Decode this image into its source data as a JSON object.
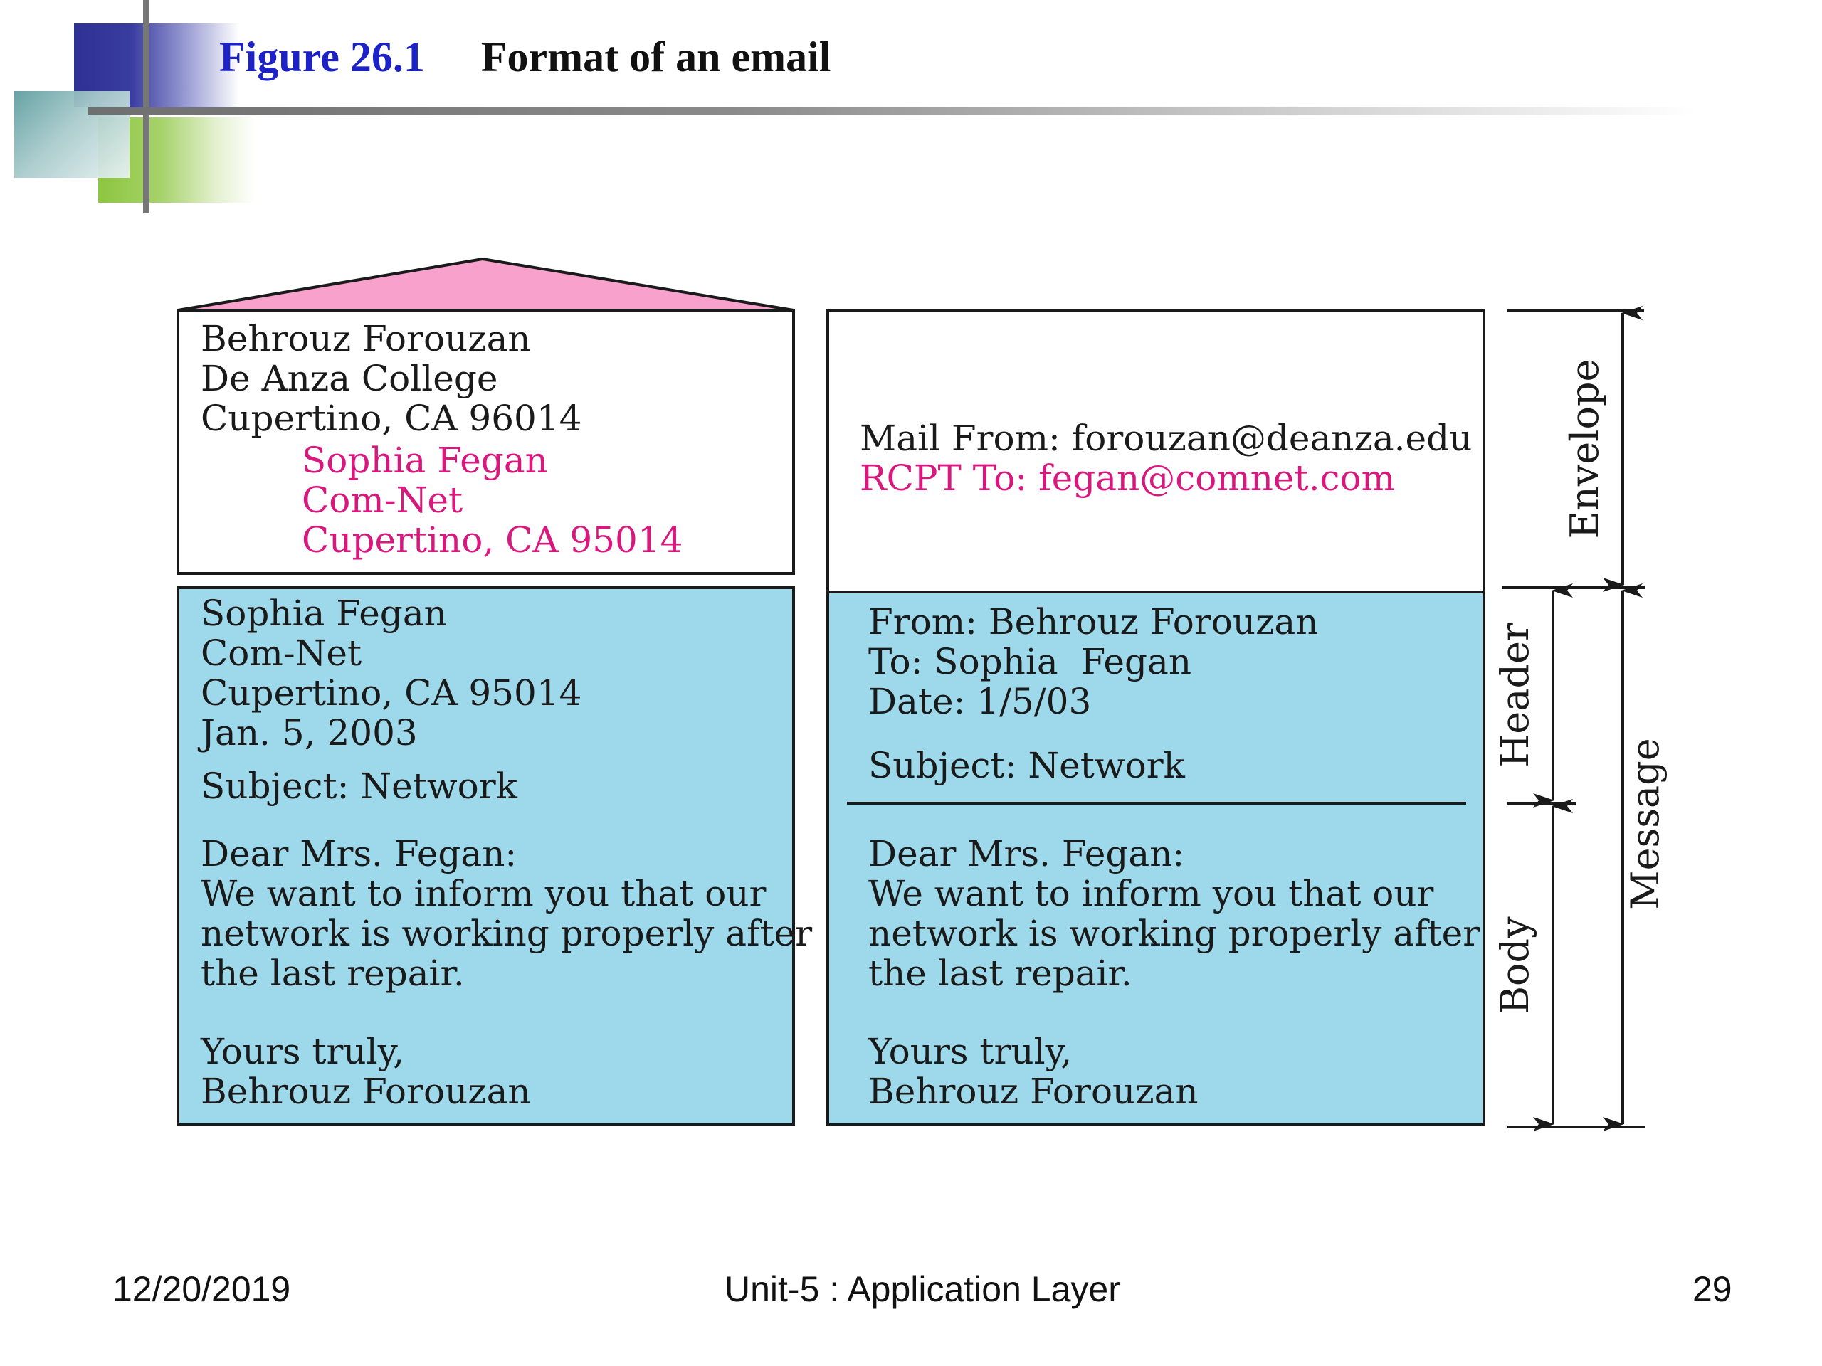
{
  "slide": {
    "figure_number": "Figure 26.1",
    "figure_title": "Format of an email"
  },
  "postal_envelope": {
    "sender": [
      "Behrouz Forouzan",
      "De Anza College",
      "Cupertino, CA 96014"
    ],
    "recipient": [
      "Sophia Fegan",
      "Com-Net",
      "Cupertino, CA 95014"
    ]
  },
  "postal_letter": {
    "address": [
      "Sophia Fegan",
      "Com-Net",
      "Cupertino, CA 95014",
      "Jan. 5, 2003"
    ],
    "subject": "Subject: Network",
    "greeting": "Dear Mrs. Fegan:",
    "body": [
      "We want to inform you that our",
      "network is working properly after",
      "the last repair."
    ],
    "closing": [
      "Yours truly,",
      "Behrouz Forouzan"
    ]
  },
  "email_envelope": {
    "mail_from": "Mail From: forouzan@deanza.edu",
    "rcpt_to": "RCPT To: fegan@comnet.com"
  },
  "email_header": {
    "from": "From: Behrouz Forouzan",
    "to": "To: Sophia  Fegan",
    "date": "Date: 1/5/03",
    "subject": "Subject: Network"
  },
  "email_body": {
    "greeting": "Dear Mrs. Fegan:",
    "body": [
      "We want to inform you that our",
      "network is working properly after",
      "the last repair."
    ],
    "closing": [
      "Yours truly,",
      "Behrouz Forouzan"
    ]
  },
  "dimension_labels": {
    "envelope": "Envelope",
    "header": "Header",
    "body": "Body",
    "message": "Message"
  },
  "colors": {
    "letter_fill": "#9dd9ea",
    "flap_fill": "#f7a1cc",
    "accent_pink": "#d9187e",
    "figure_blue": "#1c22c7"
  },
  "footer": {
    "date": "12/20/2019",
    "center": "Unit-5 : Application Layer",
    "page": "29"
  }
}
